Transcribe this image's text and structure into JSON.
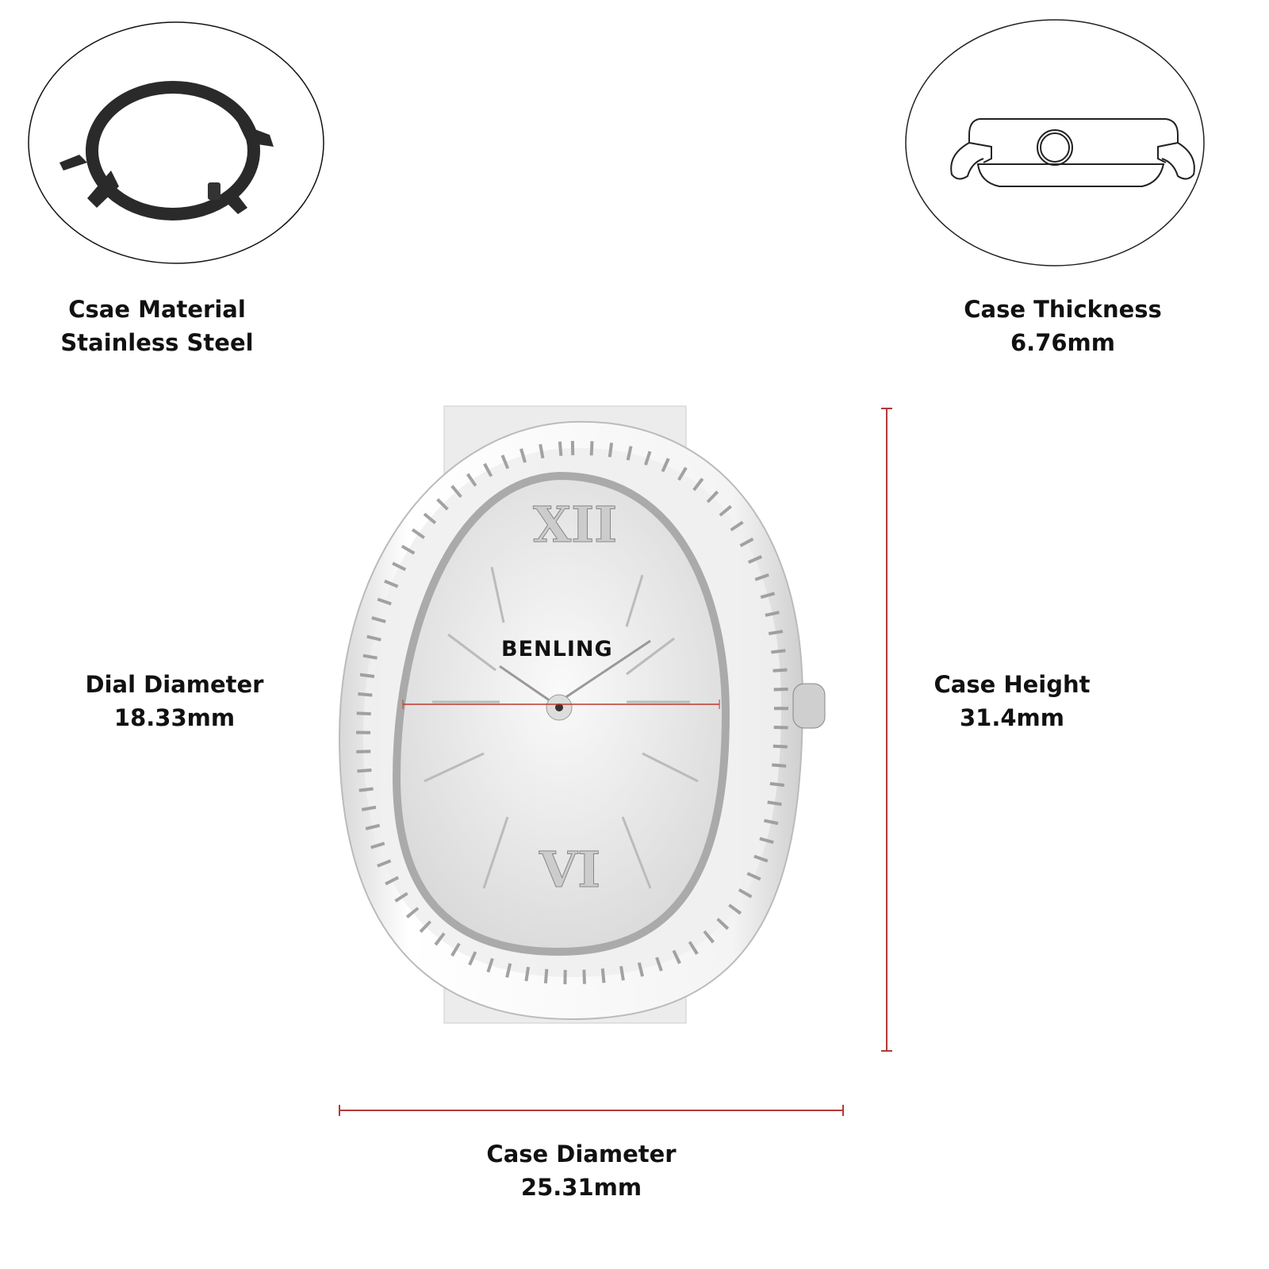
{
  "brand": "BENLING",
  "colors": {
    "dimension_line": "#b03a3a",
    "text": "#111111"
  },
  "specs": {
    "material": {
      "title": "Csae Material",
      "value": "Stainless Steel"
    },
    "thickness": {
      "title": "Case Thickness",
      "value": "6.76mm"
    },
    "dial_diameter": {
      "title": "Dial Diameter",
      "value": "18.33mm"
    },
    "case_height": {
      "title": "Case Height",
      "value": "31.4mm"
    },
    "case_diameter": {
      "title": "Case Diameter",
      "value": "25.31mm"
    }
  },
  "dial_numerals": {
    "top": "XII",
    "bottom": "VI"
  }
}
